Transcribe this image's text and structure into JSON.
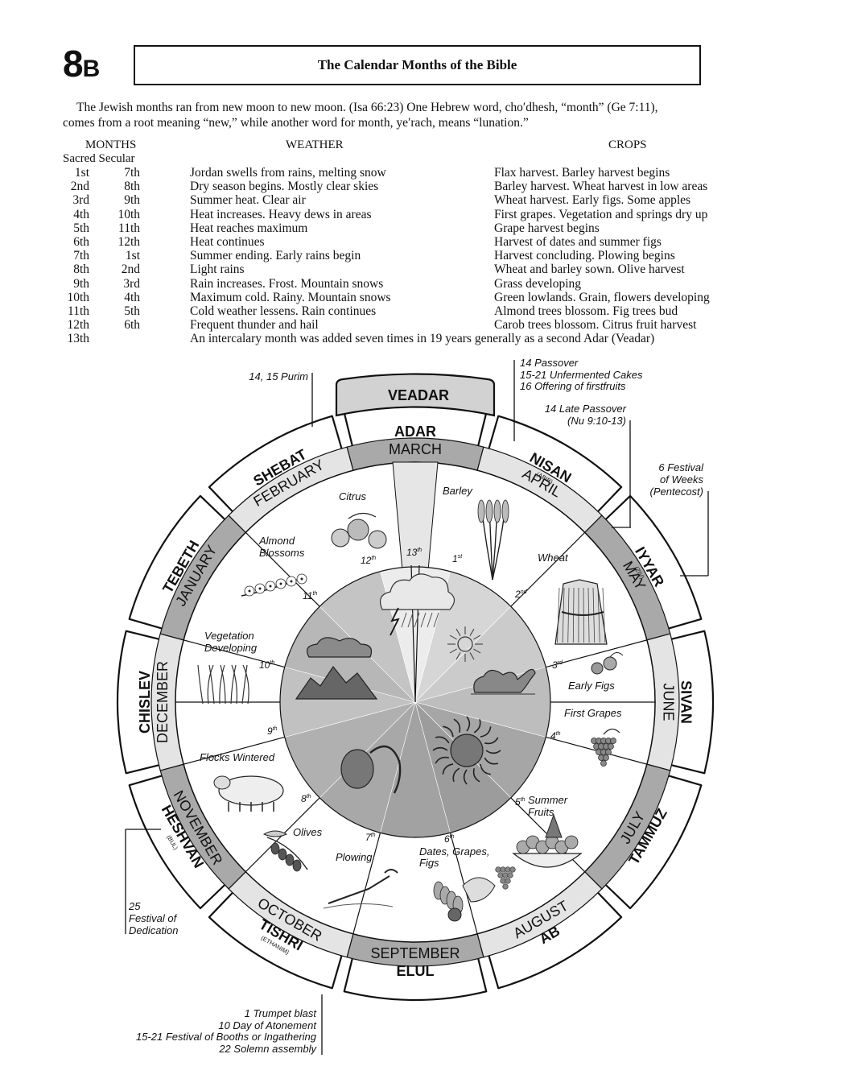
{
  "header": {
    "badge_num": "8",
    "badge_letter": "B",
    "title": "The Calendar Months of the Bible"
  },
  "intro": {
    "line1": "The Jewish months ran from new moon to new moon. (Isa 66:23) One Hebrew word, cho′dhesh, “month” (Ge 7:11),",
    "line2": "comes from a root meaning “new,” while another word for month, ye′rach, means “lunation.”"
  },
  "table": {
    "months_header": "MONTHS",
    "weather_header": "WEATHER",
    "crops_header": "CROPS",
    "sub_header": "Sacred Secular",
    "rows": [
      {
        "sacred": "1st",
        "secular": "7th",
        "weather": "Jordan swells from rains, melting snow",
        "crops": "Flax harvest. Barley harvest begins"
      },
      {
        "sacred": "2nd",
        "secular": "8th",
        "weather": "Dry season begins. Mostly clear skies",
        "crops": "Barley harvest. Wheat harvest in low areas"
      },
      {
        "sacred": "3rd",
        "secular": "9th",
        "weather": "Summer heat. Clear air",
        "crops": "Wheat harvest. Early figs. Some apples"
      },
      {
        "sacred": "4th",
        "secular": "10th",
        "weather": "Heat increases. Heavy dews in areas",
        "crops": "First grapes. Vegetation and springs dry up"
      },
      {
        "sacred": "5th",
        "secular": "11th",
        "weather": "Heat reaches maximum",
        "crops": "Grape harvest begins"
      },
      {
        "sacred": "6th",
        "secular": "12th",
        "weather": "Heat continues",
        "crops": "Harvest of dates and summer figs"
      },
      {
        "sacred": "7th",
        "secular": "1st",
        "weather": "Summer ending. Early rains begin",
        "crops": "Harvest concluding. Plowing begins"
      },
      {
        "sacred": "8th",
        "secular": "2nd",
        "weather": "Light rains",
        "crops": "Wheat and barley sown. Olive harvest"
      },
      {
        "sacred": "9th",
        "secular": "3rd",
        "weather": "Rain increases. Frost. Mountain snows",
        "crops": "Grass developing"
      },
      {
        "sacred": "10th",
        "secular": "4th",
        "weather": "Maximum cold. Rainy. Mountain snows",
        "crops": "Green lowlands. Grain, flowers developing"
      },
      {
        "sacred": "11th",
        "secular": "5th",
        "weather": "Cold weather lessens. Rain continues",
        "crops": "Almond trees blossom. Fig trees bud"
      },
      {
        "sacred": "12th",
        "secular": "6th",
        "weather": "Frequent thunder and hail",
        "crops": "Carob trees blossom. Citrus fruit harvest"
      }
    ],
    "row13": {
      "sacred": "13th",
      "text": "An intercalary month was added seven times in 19 years generally as a second Adar (Veadar)"
    }
  },
  "wheel": {
    "veadar": "VEADAR",
    "hebrew_months": [
      {
        "name": "NISAN",
        "alt": "(ABIB)"
      },
      {
        "name": "IYYAR",
        "alt": "(ZIV)"
      },
      {
        "name": "SIVAN",
        "alt": ""
      },
      {
        "name": "TAMMUZ",
        "alt": ""
      },
      {
        "name": "AB",
        "alt": ""
      },
      {
        "name": "ELUL",
        "alt": ""
      },
      {
        "name": "TISHRI",
        "alt": "(ETHANIM)"
      },
      {
        "name": "HESHVAN",
        "alt": "(BUL)"
      },
      {
        "name": "CHISLEV",
        "alt": ""
      },
      {
        "name": "TEBETH",
        "alt": ""
      },
      {
        "name": "SHEBAT",
        "alt": ""
      },
      {
        "name": "ADAR",
        "alt": ""
      }
    ],
    "gregorian_months": [
      "MARCH",
      "APRIL",
      "MAY",
      "JUNE",
      "JULY",
      "AUGUST",
      "SEPTEMBER",
      "OCTOBER",
      "NOVEMBER",
      "DECEMBER",
      "JANUARY",
      "FEBRUARY"
    ],
    "ordinals": [
      {
        "num": "13",
        "sup": "th"
      },
      {
        "num": "1",
        "sup": "st"
      },
      {
        "num": "2",
        "sup": "nd"
      },
      {
        "num": "3",
        "sup": "rd"
      },
      {
        "num": "4",
        "sup": "th"
      },
      {
        "num": "5",
        "sup": "th"
      },
      {
        "num": "6",
        "sup": "th"
      },
      {
        "num": "7",
        "sup": "th"
      },
      {
        "num": "8",
        "sup": "th"
      },
      {
        "num": "9",
        "sup": "th"
      },
      {
        "num": "10",
        "sup": "th"
      },
      {
        "num": "11",
        "sup": "th"
      },
      {
        "num": "12",
        "sup": "th"
      }
    ],
    "crop_labels": {
      "barley": "Barley",
      "wheat": "Wheat",
      "early_figs": "Early Figs",
      "first_grapes": "First Grapes",
      "summer_fruits_1": "Summer",
      "summer_fruits_2": "Fruits",
      "dates_1": "Dates, Grapes,",
      "dates_2": "Figs",
      "plowing": "Plowing",
      "olives": "Olives",
      "flocks": "Flocks Wintered",
      "vegetation_1": "Vegetation",
      "vegetation_2": "Developing",
      "almond_1": "Almond",
      "almond_2": "Blossoms",
      "citrus": "Citrus"
    },
    "feasts": {
      "purim": "14, 15 Purim",
      "passover_1": "14  Passover",
      "passover_2": "15-21 Unfermented Cakes",
      "passover_3": "16 Offering of firstfruits",
      "late_passover_1": "14 Late Passover",
      "late_passover_2": "(Nu 9:10-13)",
      "weeks_1": "6 Festival",
      "weeks_2": "of  Weeks",
      "weeks_3": "(Pentecost)",
      "dedication_1": "25",
      "dedication_2": "Festival of",
      "dedication_3": "Dedication",
      "tishri_1": "1 Trumpet blast",
      "tishri_2": "10 Day of Atonement",
      "tishri_3": "15-21 Festival of Booths or Ingathering",
      "tishri_4": "22 Solemn assembly"
    }
  }
}
